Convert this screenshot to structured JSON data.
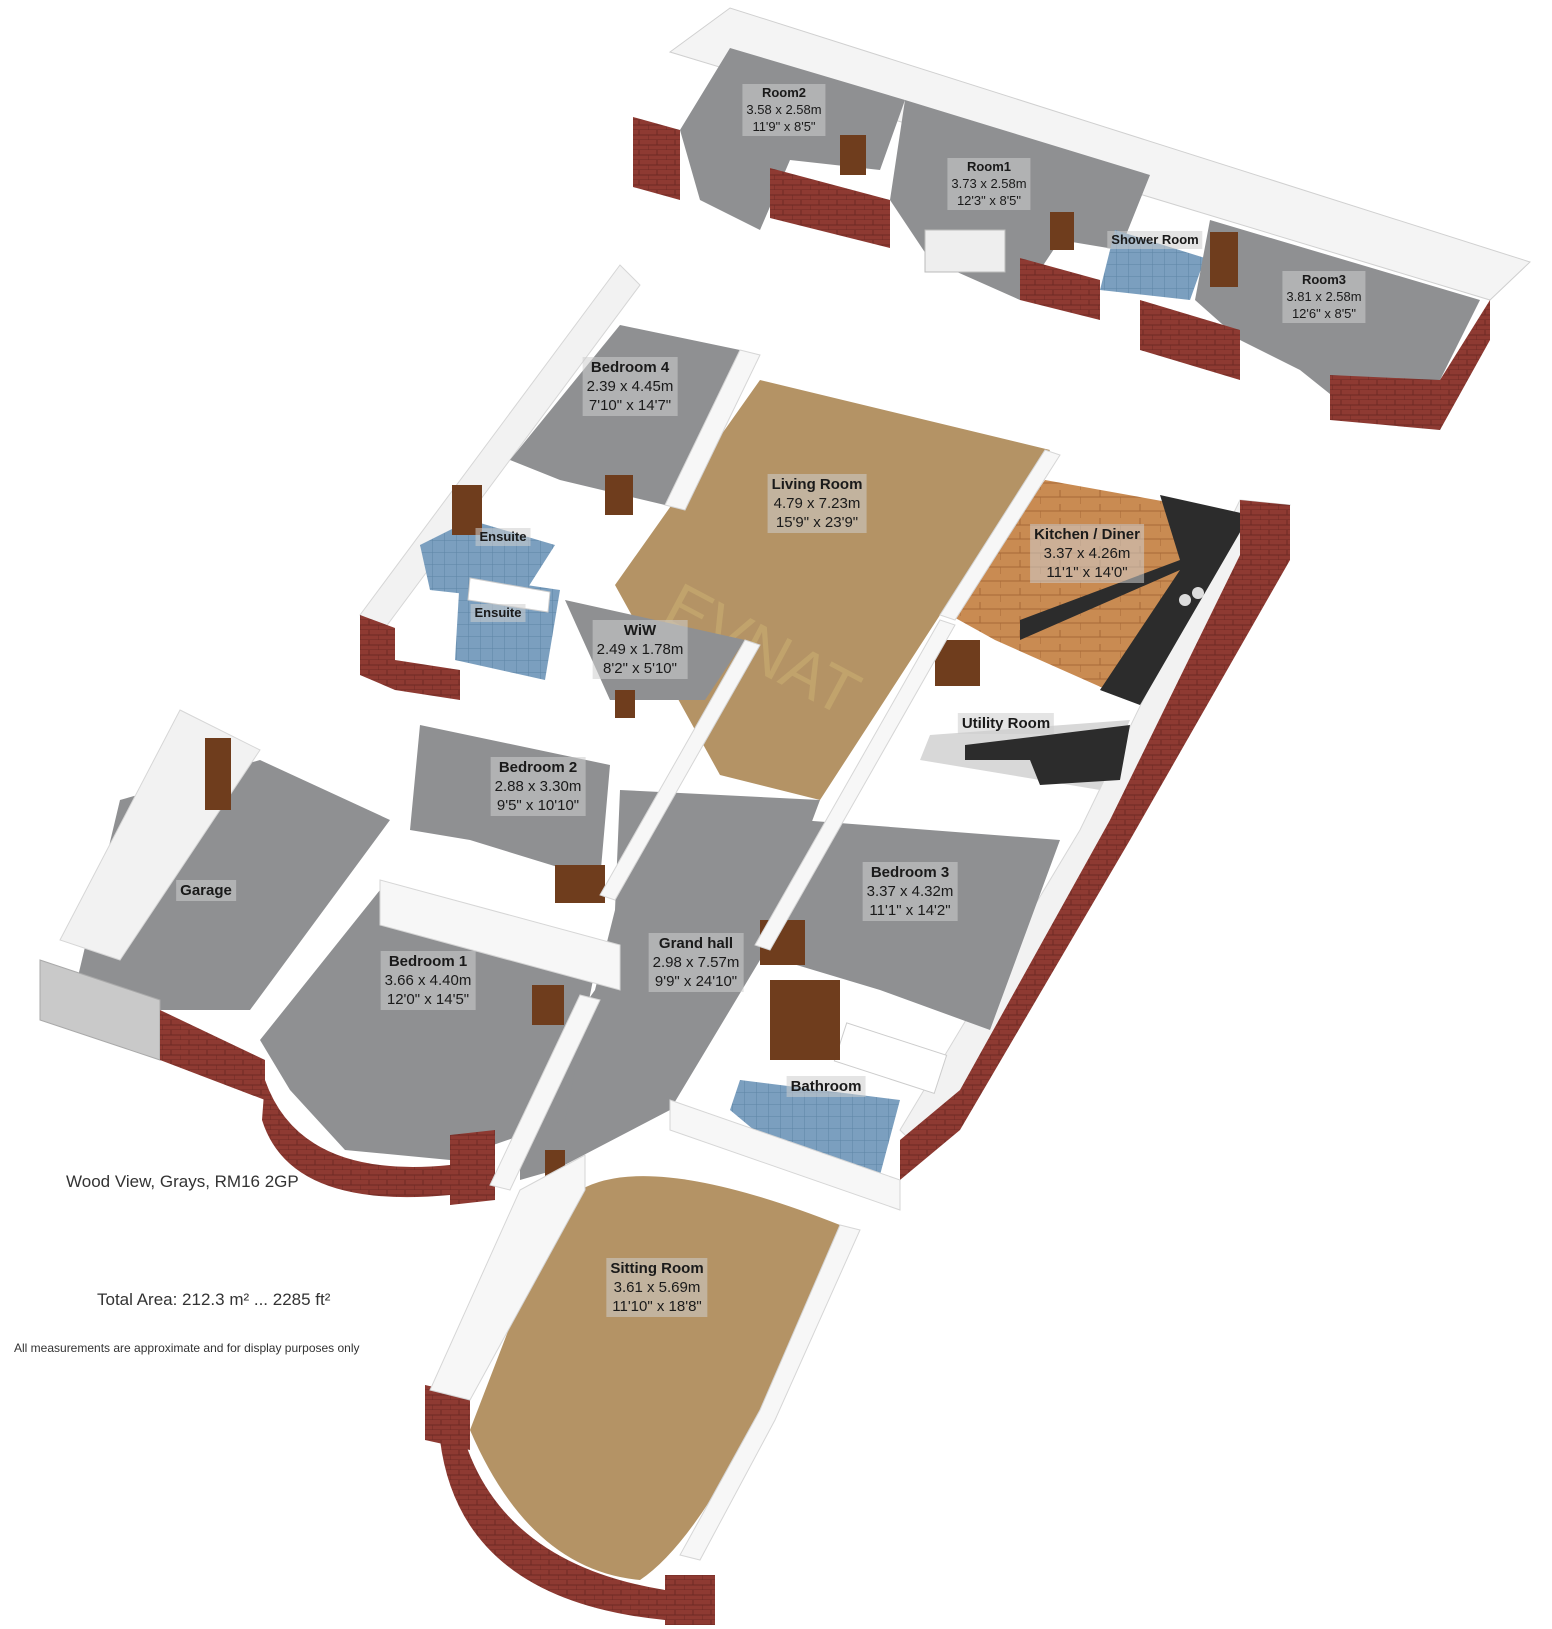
{
  "rooms": [
    {
      "id": "room2",
      "name": "Room2",
      "metric": "3.58 x 2.58m",
      "imperial": "11'9\" x 8'5\""
    },
    {
      "id": "room1",
      "name": "Room1",
      "metric": "3.73 x 2.58m",
      "imperial": "12'3\" x 8'5\""
    },
    {
      "id": "shower",
      "name": "Shower Room"
    },
    {
      "id": "room3",
      "name": "Room3",
      "metric": "3.81 x 2.58m",
      "imperial": "12'6\" x 8'5\""
    },
    {
      "id": "bedroom4",
      "name": "Bedroom 4",
      "metric": "2.39 x 4.45m",
      "imperial": "7'10\" x 14'7\""
    },
    {
      "id": "living",
      "name": "Living Room",
      "metric": "4.79 x 7.23m",
      "imperial": "15'9\" x 23'9\""
    },
    {
      "id": "kitchen",
      "name": "Kitchen / Diner",
      "metric": "3.37 x 4.26m",
      "imperial": "11'1\" x 14'0\""
    },
    {
      "id": "ensuite1",
      "name": "Ensuite"
    },
    {
      "id": "ensuite2",
      "name": "Ensuite"
    },
    {
      "id": "wiw",
      "name": "WiW",
      "metric": "2.49 x 1.78m",
      "imperial": "8'2\" x 5'10\""
    },
    {
      "id": "utility",
      "name": "Utility Room"
    },
    {
      "id": "bedroom2",
      "name": "Bedroom 2",
      "metric": "2.88 x 3.30m",
      "imperial": "9'5\" x 10'10\""
    },
    {
      "id": "garage",
      "name": "Garage"
    },
    {
      "id": "bedroom3",
      "name": "Bedroom 3",
      "metric": "3.37 x 4.32m",
      "imperial": "11'1\" x 14'2\""
    },
    {
      "id": "bedroom1",
      "name": "Bedroom 1",
      "metric": "3.66 x 4.40m",
      "imperial": "12'0\" x 14'5\""
    },
    {
      "id": "grandhall",
      "name": "Grand hall",
      "metric": "2.98 x 7.57m",
      "imperial": "9'9\" x 24'10\""
    },
    {
      "id": "bathroom",
      "name": "Bathroom"
    },
    {
      "id": "sitting",
      "name": "Sitting Room",
      "metric": "3.61 x 5.69m",
      "imperial": "11'10\" x 18'8\""
    }
  ],
  "address": "Wood View, Grays, RM16 2GP",
  "total_area": "Total Area: 212.3 m² ... 2285 ft²",
  "disclaimer": "All measurements are approximate and for display purposes only",
  "watermark": "EVNAT",
  "colors": {
    "floor_grey": "#8f9092",
    "carpet": "#b49365",
    "wood_floor": "#c98b52",
    "tile_blue": "#7b9fbf",
    "wall_white": "#f2f2f2",
    "brick": "#8e3a32",
    "door_wood": "#6f3d1d",
    "worktop": "#2c2c2c"
  }
}
